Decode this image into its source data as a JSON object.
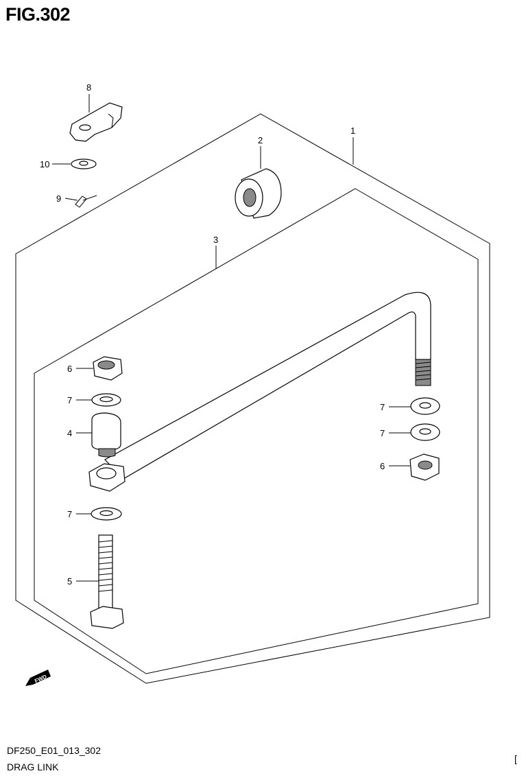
{
  "figure": {
    "title": "FIG.302",
    "code": "DF250_E01_013_302",
    "name": "DRAG LINK",
    "corner_mark": "["
  },
  "callouts": [
    {
      "id": "c1",
      "label": "1"
    },
    {
      "id": "c2",
      "label": "2"
    },
    {
      "id": "c3",
      "label": "3"
    },
    {
      "id": "c4",
      "label": "4"
    },
    {
      "id": "c5",
      "label": "5"
    },
    {
      "id": "c6a",
      "label": "6"
    },
    {
      "id": "c6b",
      "label": "6"
    },
    {
      "id": "c7a",
      "label": "7"
    },
    {
      "id": "c7b",
      "label": "7"
    },
    {
      "id": "c7c",
      "label": "7"
    },
    {
      "id": "c7d",
      "label": "7"
    },
    {
      "id": "c8",
      "label": "8"
    },
    {
      "id": "c9",
      "label": "9"
    },
    {
      "id": "c10",
      "label": "10"
    }
  ],
  "direction_tag": "FWD"
}
